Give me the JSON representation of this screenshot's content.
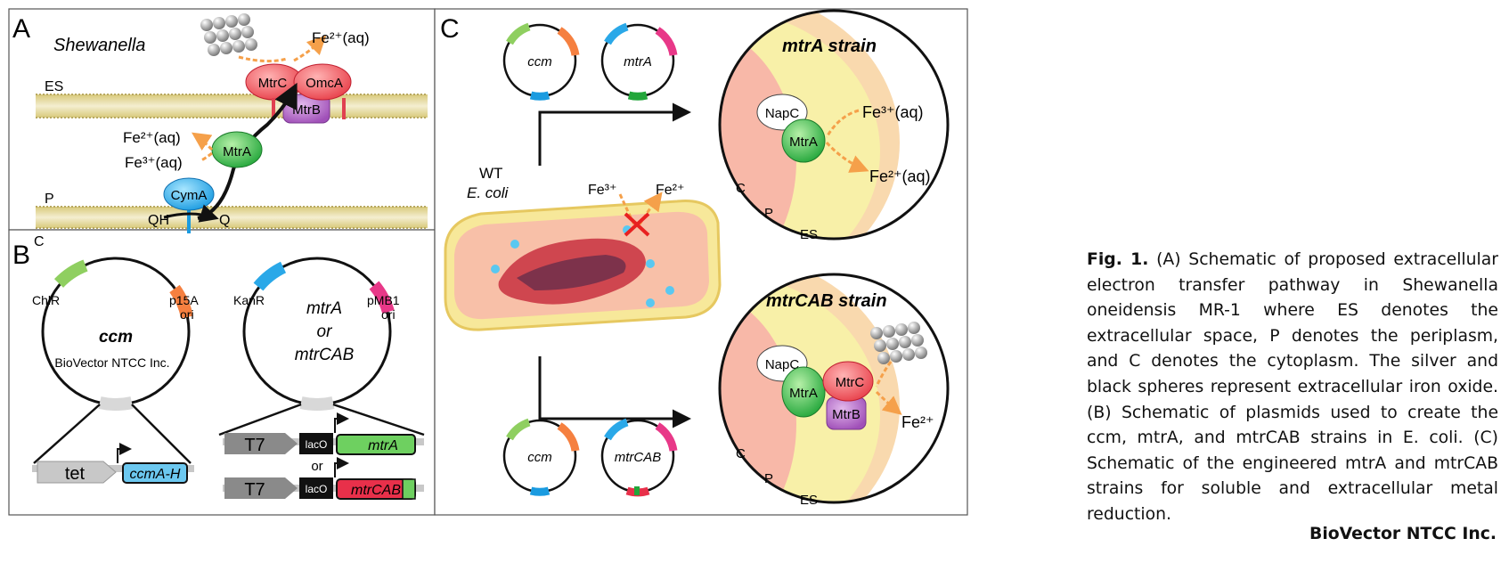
{
  "panel_a": {
    "letter": "A",
    "organism": "Shewanella",
    "compartments": [
      "ES",
      "P",
      "C"
    ],
    "proteins": [
      "MtrC",
      "OmcA",
      "MtrB",
      "MtrA",
      "CymA"
    ],
    "species": {
      "fe2_top": "Fe²⁺(aq)",
      "fe2_left": "Fe²⁺(aq)",
      "fe3_left": "Fe³⁺(aq)",
      "qh2": "QH",
      "q": "Q"
    }
  },
  "panel_b": {
    "letter": "B",
    "plasmid1": {
      "marker": "ChlR",
      "ori1": "p15A",
      "ori2": "ori",
      "name": "ccm",
      "watermark": "BioVector NTCC Inc.",
      "promoter": "tet",
      "gene": "ccmA-H"
    },
    "plasmid2": {
      "marker": "KanR",
      "ori1": "pMB1",
      "ori2": "ori",
      "name1": "mtrA",
      "name2": "or",
      "name3": "mtrCAB",
      "promoter": "T7",
      "operator": "lacO",
      "gene1": "mtrA",
      "or": "or",
      "gene2": "mtrCAB"
    }
  },
  "panel_c": {
    "letter": "C",
    "plasmids_top": [
      "ccm",
      "mtrA"
    ],
    "plasmids_bottom": [
      "ccm",
      "mtrCAB"
    ],
    "wt_line1": "WT",
    "wt_line2": "E. coli",
    "fe3": "Fe³⁺",
    "fe2": "Fe²⁺",
    "strain1": {
      "title": "mtrA strain",
      "napc": "NapC",
      "mtra": "MtrA",
      "fe3": "Fe³⁺(aq)",
      "fe2": "Fe²⁺(aq)",
      "labels": [
        "C",
        "P",
        "ES"
      ]
    },
    "strain2": {
      "title": "mtrCAB strain",
      "napc": "NapC",
      "mtra": "MtrA",
      "mtrc": "MtrC",
      "mtrb": "MtrB",
      "fe2": "Fe²⁺",
      "labels": [
        "C",
        "P",
        "ES"
      ]
    }
  },
  "caption": {
    "label": "Fig. 1.",
    "text": "(A) Schematic of proposed extracellular electron transfer pathway in Shewanella oneidensis MR-1 where ES denotes the extracellular space, P denotes the periplasm, and C denotes the cytoplasm. The silver and black spheres represent extracellular iron oxide. (B) Schematic of plasmids used to create the ccm, mtrA, and mtrCAB strains in E. coli. (C) Schematic of the engineered mtrA and mtrCAB strains for soluble and extracellular metal reduction."
  },
  "watermark": "BioVector NTCC Inc."
}
